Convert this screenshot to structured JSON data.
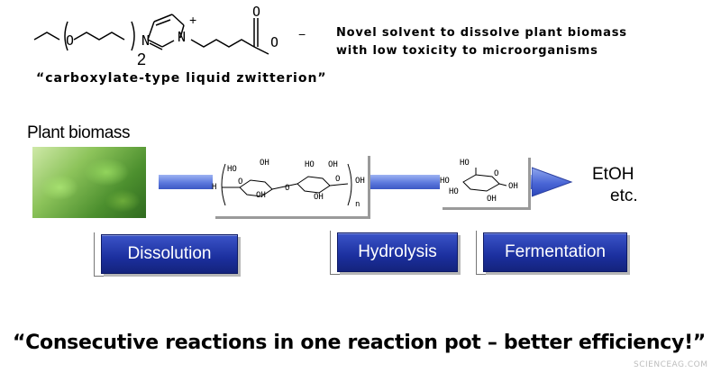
{
  "structure": {
    "charge_plus": "+",
    "charge_minus": "−",
    "subscript": "2",
    "caption": "“carboxylate-type liquid zwitterion”"
  },
  "description": {
    "line1": "Novel solvent to dissolve plant biomass",
    "line2": "with low toxicity to microorganisms"
  },
  "biomass_label": "Plant biomass",
  "products": {
    "line1": "EtOH",
    "line2": "etc."
  },
  "steps": [
    {
      "label": "Dissolution"
    },
    {
      "label": "Hydrolysis"
    },
    {
      "label": "Fermentation"
    }
  ],
  "headline": "“Consecutive reactions in one reaction pot – better efficiency!”",
  "watermark": "SCIENCEAG.COM",
  "cellulose": {
    "h": "H",
    "o": "O",
    "oh": "OH",
    "ho": "HO",
    "n": "n"
  }
}
